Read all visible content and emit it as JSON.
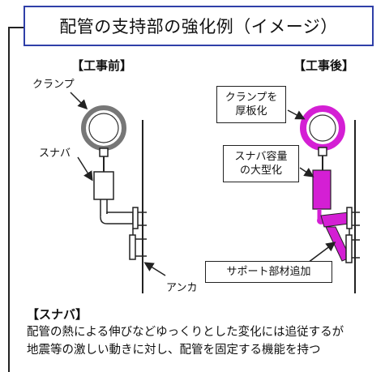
{
  "title": "配管の支持部の強化例（イメージ）",
  "before": {
    "heading": "【工事前】",
    "clamp_label": "クランプ",
    "snubber_label": "スナバ",
    "anchor_label": "アンカ"
  },
  "after": {
    "heading": "【工事後】",
    "clamp_note_line1": "クランプを",
    "clamp_note_line2": "厚板化",
    "snubber_note_line1": "スナバ容量",
    "snubber_note_line2": "の大型化",
    "support_note": "サポート部材追加"
  },
  "description": {
    "heading": "【スナバ】",
    "line1": "配管の熱による伸びなどゆっくりとした変化には追従するが",
    "line2": "地震等の激しい動きに対し、配管を固定する機能を持つ"
  },
  "colors": {
    "frame": "#2f3fa8",
    "highlight": "#d41fd4",
    "line": "#222222"
  }
}
